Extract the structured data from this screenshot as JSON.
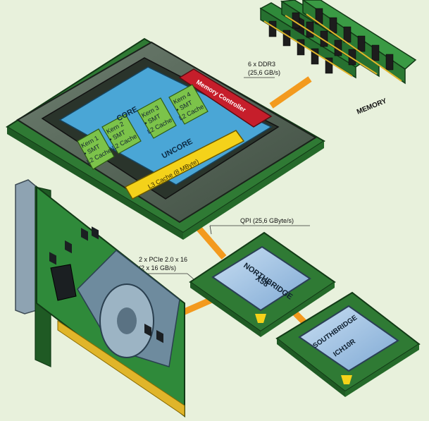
{
  "cpu": {
    "core_label": "CORE",
    "uncore_label": "UNCORE",
    "memory_controller": "Memory Controller",
    "cores": [
      {
        "name": "Kern 1",
        "smt": "• SMT",
        "cache": "L2 Cache"
      },
      {
        "name": "Kern 2",
        "smt": "• SMT",
        "cache": "L2 Cache"
      },
      {
        "name": "Kern 3",
        "smt": "• SMT",
        "cache": "L2 Cache"
      },
      {
        "name": "Kern 4",
        "smt": "• SMT",
        "cache": "L2 Cache"
      }
    ],
    "l3_cache": "L3 Cache (8 MByte)"
  },
  "memory": {
    "label": "MEMORY",
    "link_line1": "6 x DDR3",
    "link_line2": "(25,6 GB/s)"
  },
  "qpi": {
    "label": "QPI (25,6 GByte/s)"
  },
  "pcie": {
    "line1": "2 x PCIe 2.0 x 16",
    "line2": "(2 x 16 GB/s)"
  },
  "northbridge": {
    "line1": "NORTHBRIDGE",
    "line2": "X58"
  },
  "southbridge": {
    "line1": "SOUTHBRIDGE",
    "line2": "ICH10R"
  },
  "colors": {
    "pcb_green": "#2f7a34",
    "cpu_body": "#5a6b5c",
    "core_block": "#7cc34a",
    "uncore_blue": "#4aa6d6",
    "l3_yellow": "#f4d21a",
    "memctrl_red": "#c61e2b",
    "bus_orange": "#f39a1e",
    "chip_blue": "#9fc4e6"
  }
}
